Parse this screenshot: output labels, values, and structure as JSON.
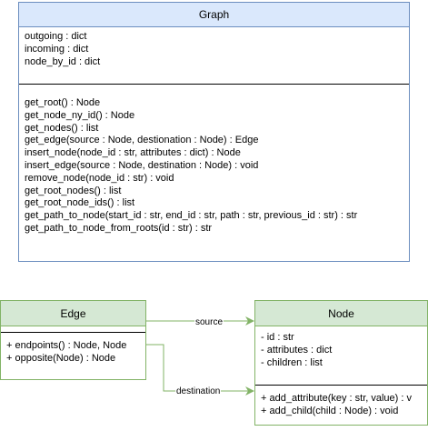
{
  "graph": {
    "title": "Graph",
    "attributes": [
      "outgoing : dict",
      "incoming : dict",
      "node_by_id : dict"
    ],
    "methods": [
      "get_root() : Node",
      "get_node_ny_id() : Node",
      "get_nodes() : list",
      "get_edge(source : Node, destionation : Node) : Edge",
      "insert_node(node_id : str, attributes : dict) : Node",
      "insert_edge(source : Node, destination : Node) : void",
      "remove_node(node_id : str) : void",
      "get_root_nodes() : list",
      "get_root_node_ids() : list",
      "get_path_to_node(start_id : str, end_id : str, path : str, previous_id : str) : str",
      "get_path_to_node_from_roots(id : str) : str"
    ]
  },
  "edge": {
    "title": "Edge",
    "methods": [
      "+ endpoints() : Node, Node",
      "+ opposite(Node) : Node"
    ]
  },
  "node": {
    "title": "Node",
    "attributes": [
      "- id : str",
      "- attributes : dict",
      "- children : list"
    ],
    "methods": [
      "+ add_attribute(key : str, value) : v",
      "+ add_child(child : Node) : void"
    ]
  },
  "connectors": {
    "source_label": "source",
    "destination_label": "destination"
  },
  "colors": {
    "graph_fill": "#dae8fc",
    "graph_stroke": "#6c8ebf",
    "green_fill": "#d5e8d4",
    "green_stroke": "#82b366"
  }
}
